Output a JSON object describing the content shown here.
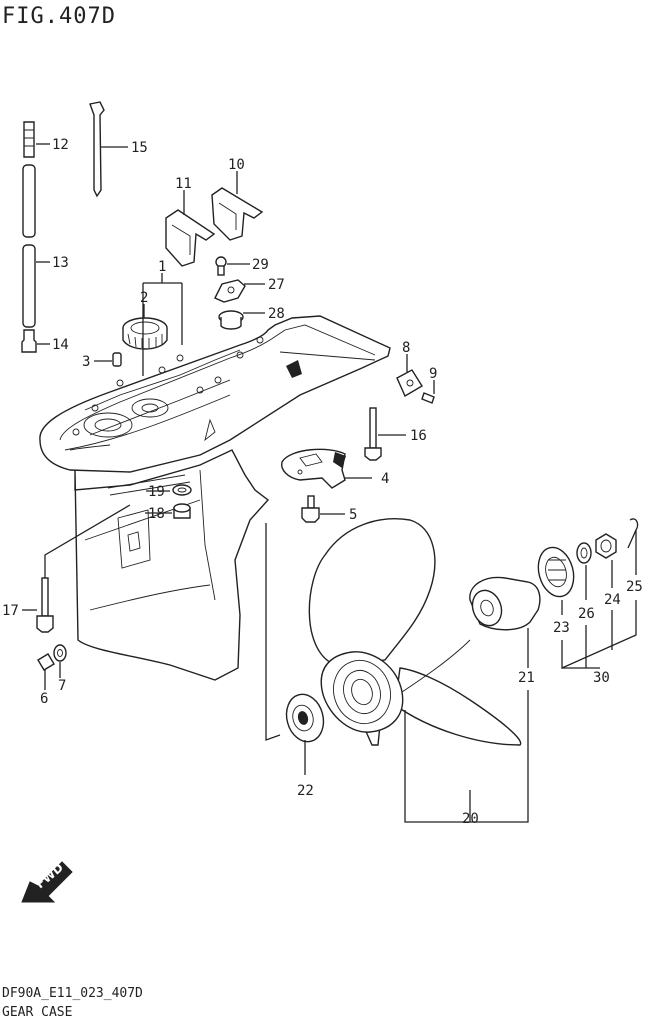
{
  "figure": {
    "title": "FIG.407D"
  },
  "footer": {
    "code": "DF90A_E11_023_407D",
    "name": "GEAR CASE"
  },
  "badge": {
    "text": "FWD"
  },
  "callouts": [
    {
      "id": "1",
      "label": "1"
    },
    {
      "id": "2",
      "label": "2"
    },
    {
      "id": "3",
      "label": "3"
    },
    {
      "id": "4",
      "label": "4"
    },
    {
      "id": "5",
      "label": "5"
    },
    {
      "id": "6",
      "label": "6"
    },
    {
      "id": "7",
      "label": "7"
    },
    {
      "id": "8",
      "label": "8"
    },
    {
      "id": "9",
      "label": "9"
    },
    {
      "id": "10",
      "label": "10"
    },
    {
      "id": "11",
      "label": "11"
    },
    {
      "id": "12",
      "label": "12"
    },
    {
      "id": "13",
      "label": "13"
    },
    {
      "id": "14",
      "label": "14"
    },
    {
      "id": "15",
      "label": "15"
    },
    {
      "id": "16",
      "label": "16"
    },
    {
      "id": "17",
      "label": "17"
    },
    {
      "id": "18",
      "label": "18"
    },
    {
      "id": "19",
      "label": "19"
    },
    {
      "id": "20",
      "label": "20"
    },
    {
      "id": "21",
      "label": "21"
    },
    {
      "id": "22",
      "label": "22"
    },
    {
      "id": "23",
      "label": "23"
    },
    {
      "id": "24",
      "label": "24"
    },
    {
      "id": "25",
      "label": "25"
    },
    {
      "id": "26",
      "label": "26"
    },
    {
      "id": "27",
      "label": "27"
    },
    {
      "id": "28",
      "label": "28"
    },
    {
      "id": "29",
      "label": "29"
    },
    {
      "id": "30",
      "label": "30"
    }
  ]
}
